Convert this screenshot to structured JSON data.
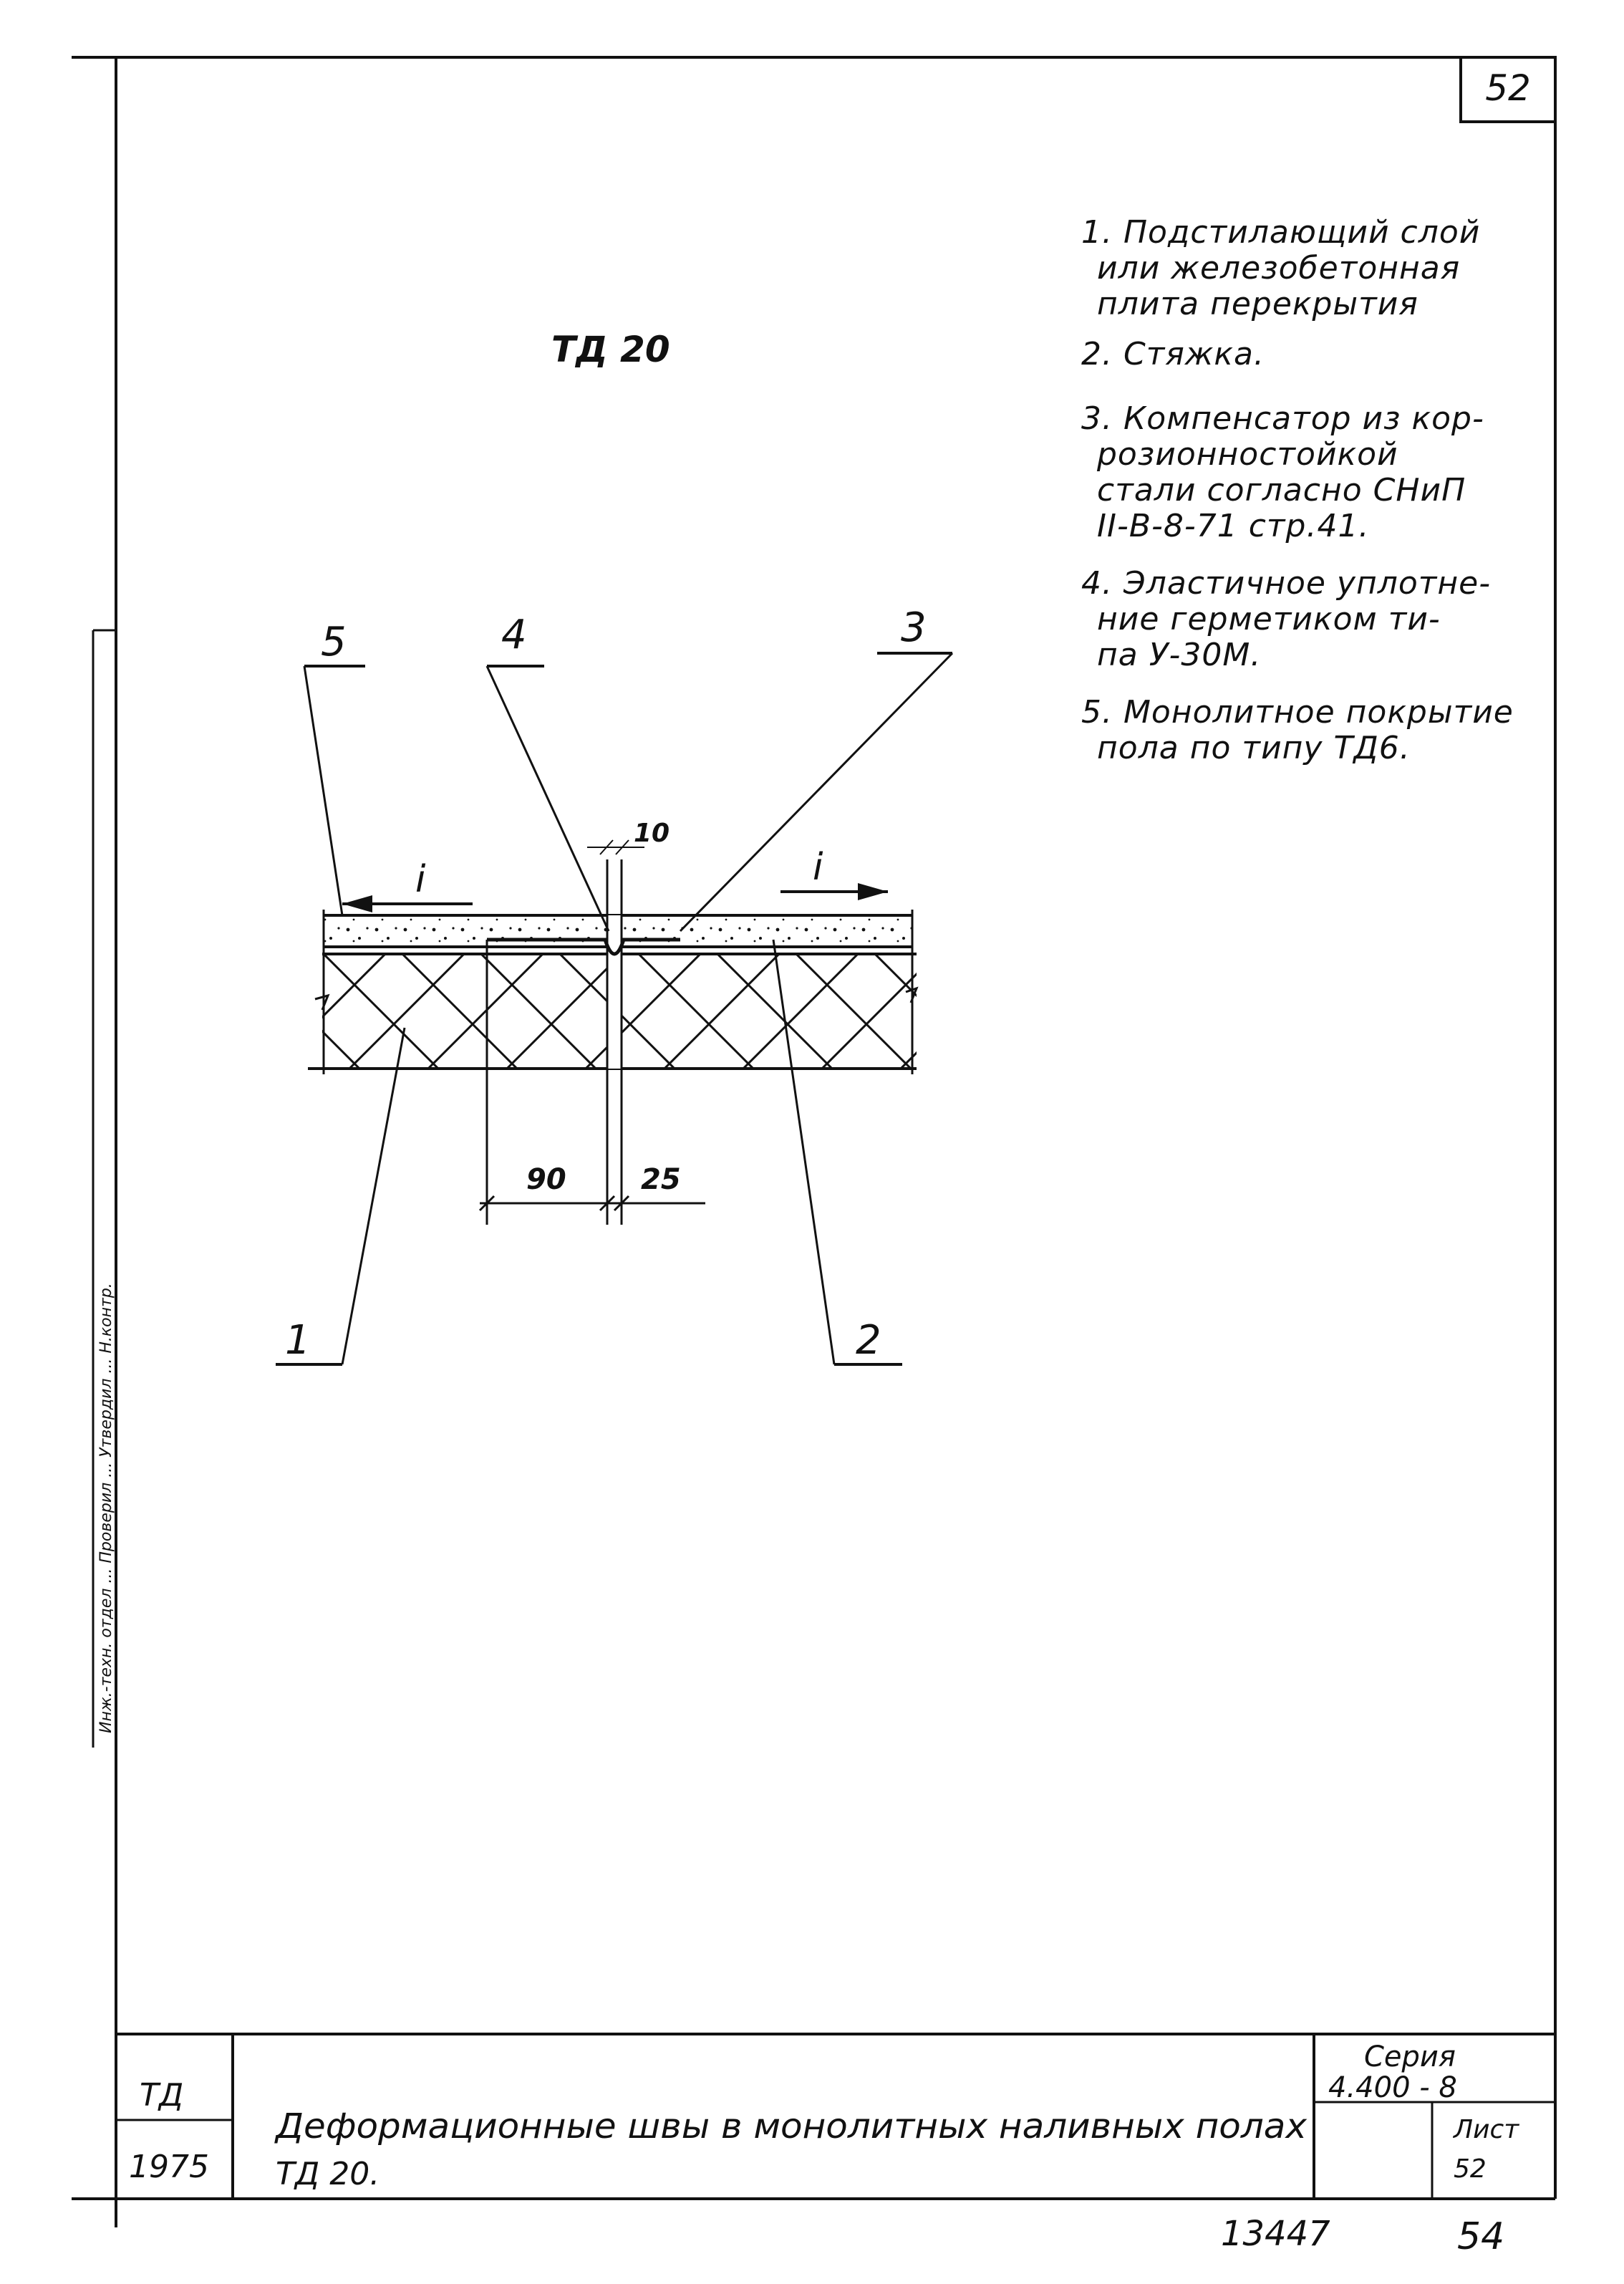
{
  "sheet": {
    "number": "52",
    "detail_title": "ТД 20"
  },
  "legend": [
    {
      "lines": [
        "1. Подстилающий слой",
        "или железобетонная",
        "плита перекрытия"
      ]
    },
    {
      "lines": [
        "2. Стяжка."
      ]
    },
    {
      "lines": [
        "3. Компенсатор из кор-",
        "розионностойкой",
        "стали согласно СНиП",
        "II-В-8-71 стр.41."
      ]
    },
    {
      "lines": [
        "4. Эластичное уплотне-",
        "ние герметиком ти-",
        "па У-30М."
      ]
    },
    {
      "lines": [
        "5. Монолитное покрытие",
        "пола по типу ТД6."
      ]
    }
  ],
  "drawing": {
    "callouts": [
      "1",
      "2",
      "3",
      "4",
      "5"
    ],
    "slope_label": "i",
    "dimensions": {
      "gap": "10",
      "width": "90",
      "offset": "25"
    }
  },
  "side_stamp": {
    "text": "Инж.-техн. отдел ... Проверил ... Утвердил ... Н.контр."
  },
  "title_block": {
    "code": "ТД",
    "year": "1975",
    "title_line1": "Деформационные швы в монолитных наливных полах",
    "title_line2": "ТД 20.",
    "series_label": "Серия",
    "series_value": "4.400 - 8",
    "sheet_label": "Лист",
    "sheet_value": "52"
  },
  "footer": {
    "archive_number": "13447",
    "page_number": "54"
  }
}
